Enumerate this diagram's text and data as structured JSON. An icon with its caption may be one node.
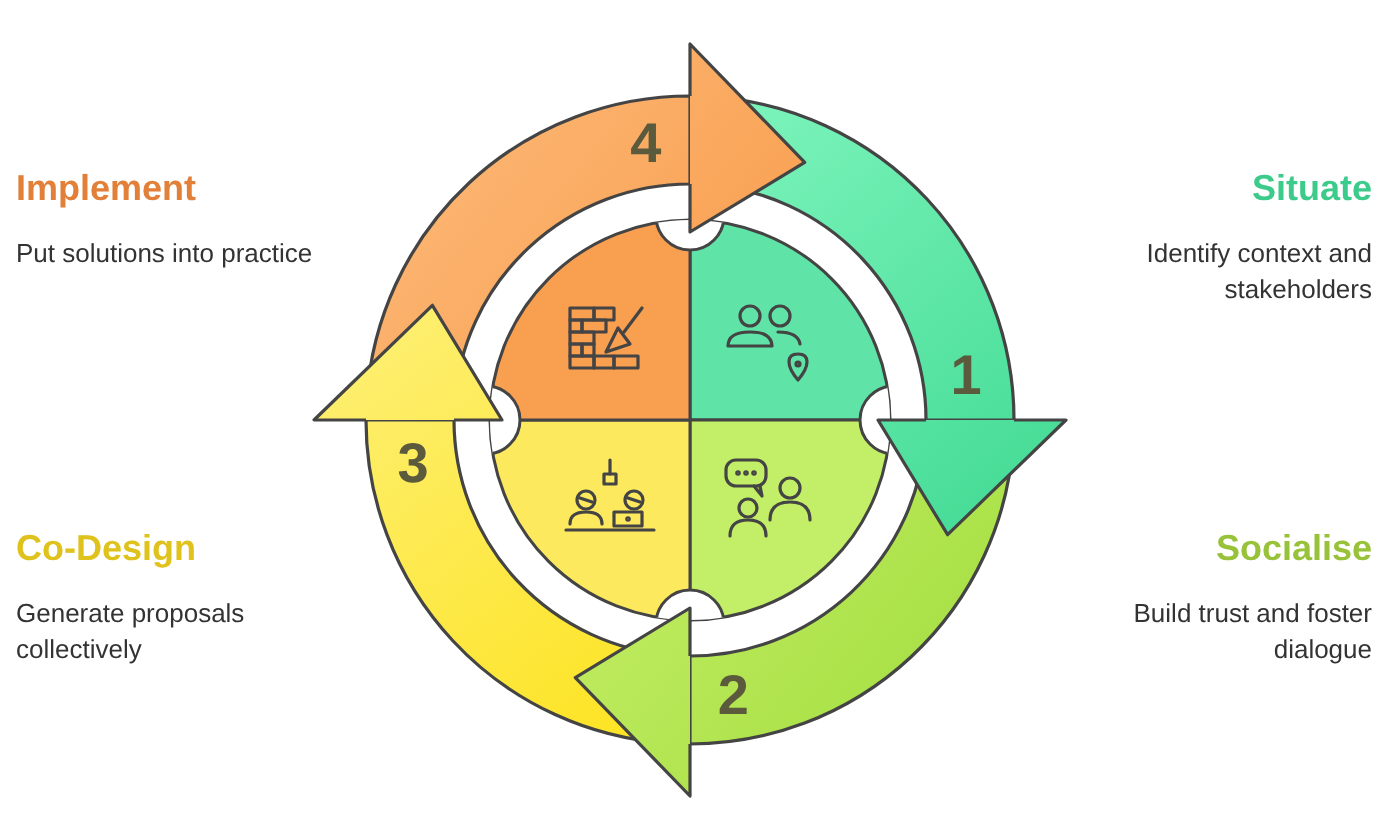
{
  "diagram": {
    "nodes": [
      {
        "text": [
          "1"
        ]
      },
      {
        "text": [
          "2"
        ]
      },
      {
        "text": [
          "3"
        ]
      },
      {
        "text": [
          "4"
        ]
      }
    ],
    "labels": [
      "Implement",
      "Put solutions into practice",
      "Situate",
      "Identify context and stakeholders",
      "Co-Design",
      "Generate proposals collectively",
      "Socialise",
      "Build trust and foster dialogue"
    ]
  }
}
